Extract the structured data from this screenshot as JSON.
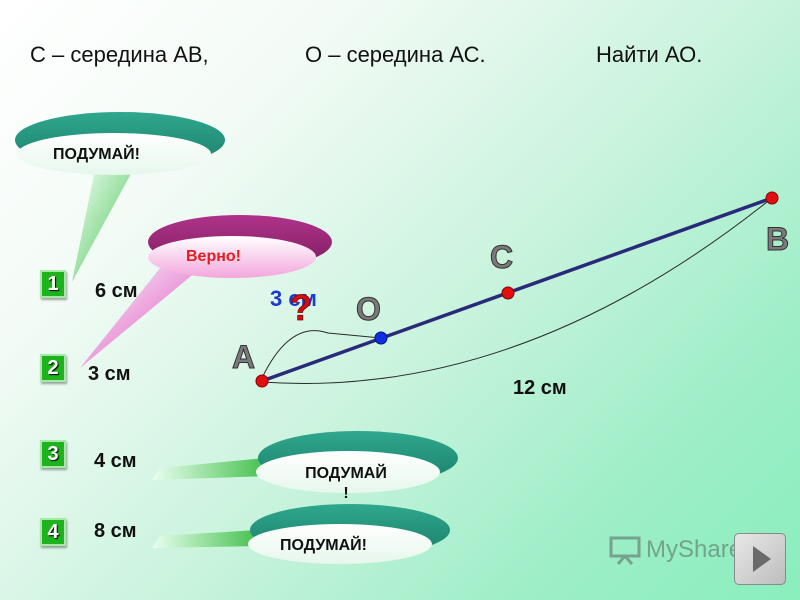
{
  "problem": {
    "part1": "С – середина АВ,",
    "part2": "О – середина АС.",
    "part3": "Найти АО."
  },
  "options": [
    {
      "number": "1",
      "answer": "6 см",
      "feedback": "ПОДУМАЙ!"
    },
    {
      "number": "2",
      "answer": "3 см",
      "feedback": "Верно!"
    },
    {
      "number": "3",
      "answer": "4 см",
      "feedback": "ПОДУМАЙ!"
    },
    {
      "number": "4",
      "answer": "8 см",
      "feedback": "ПОДУМАЙ!"
    }
  ],
  "figure": {
    "point_a": "А",
    "point_o": "О",
    "point_c": "С",
    "point_b": "В",
    "ab_length": "12 см",
    "ao_length": "3 см",
    "question_mark": "?"
  },
  "colors": {
    "segment": "#2a2a7a",
    "point_red": "#e01010",
    "point_blue": "#1030e0",
    "ao_label": "#1a3ad0",
    "question": "#d01010",
    "number_box": "#1fb21f",
    "correct_text": "#e02020"
  },
  "logo": {
    "text": "MyShared",
    "icon": "presentation-board-icon"
  },
  "nav": {
    "icon": "next-arrow-icon"
  }
}
